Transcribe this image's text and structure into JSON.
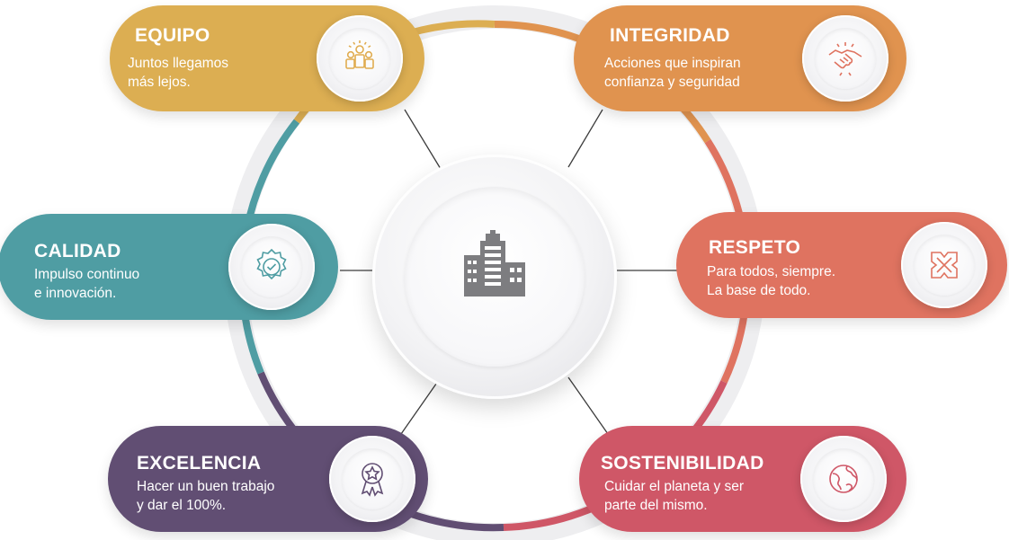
{
  "values": {
    "equipo": {
      "title": "EQUIPO",
      "line1": "Juntos llegamos",
      "line2": "más lejos.",
      "color": "#dcae52",
      "icon": "team-icon"
    },
    "integridad": {
      "title": "INTEGRIDAD",
      "line1": "Acciones que inspiran",
      "line2": "confianza y seguridad",
      "color": "#e0934f",
      "icon": "handshake-icon"
    },
    "calidad": {
      "title": "CALIDAD",
      "line1": "Impulso continuo",
      "line2": "e innovación.",
      "color": "#4f9da3",
      "icon": "quality-seal-icon"
    },
    "respeto": {
      "title": "RESPETO",
      "line1": "Para todos, siempre.",
      "line2": "La base de todo.",
      "color": "#df7360",
      "icon": "joined-hands-icon"
    },
    "excelencia": {
      "title": "EXCELENCIA",
      "line1": "Hacer un buen trabajo",
      "line2": "y dar el 100%.",
      "color": "#614e73",
      "icon": "award-medal-icon"
    },
    "sostenibilidad": {
      "title": "SOSTENIBILIDAD",
      "line1": "Cuidar el planeta y ser",
      "line2": "parte del mismo.",
      "color": "#cf5767",
      "icon": "globe-icon"
    }
  },
  "center": {
    "icon": "building-icon",
    "icon_color": "#7d7d80"
  },
  "ring": {
    "background_color": "#eeeef0"
  }
}
